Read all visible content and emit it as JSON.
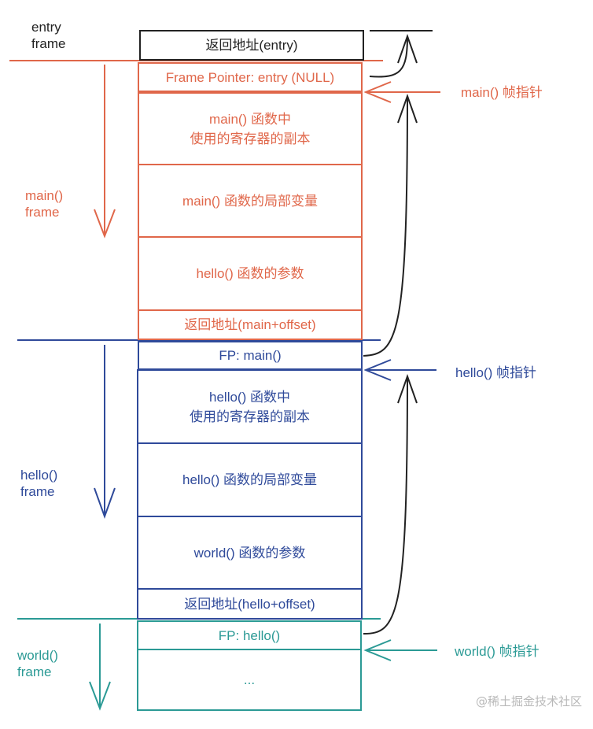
{
  "colors": {
    "entry": "#222222",
    "main": "#e0674a",
    "hello": "#2f4a9a",
    "world": "#2b9a95"
  },
  "frame_labels": {
    "entry": "entry\nframe",
    "main": "main()\nframe",
    "hello": "hello()\nframe",
    "world": "world()\nframe"
  },
  "pointer_labels": {
    "main": "main() 帧指针",
    "hello": "hello() 帧指针",
    "world": "world() 帧指针"
  },
  "cells": {
    "entry_ret": "返回地址(entry)",
    "main_fp": "Frame Pointer: entry (NULL)",
    "main_regs": "main() 函数中\n使用的寄存器的副本",
    "main_locals": "main() 函数的局部变量",
    "main_args": "hello() 函数的参数",
    "main_ret": "返回地址(main+offset)",
    "hello_fp": "FP: main()",
    "hello_regs": "hello() 函数中\n使用的寄存器的副本",
    "hello_locals": "hello() 函数的局部变量",
    "hello_args": "world() 函数的参数",
    "hello_ret": "返回地址(hello+offset)",
    "world_fp": "FP: hello()",
    "world_rest": "..."
  },
  "watermark": "@稀土掘金技术社区"
}
